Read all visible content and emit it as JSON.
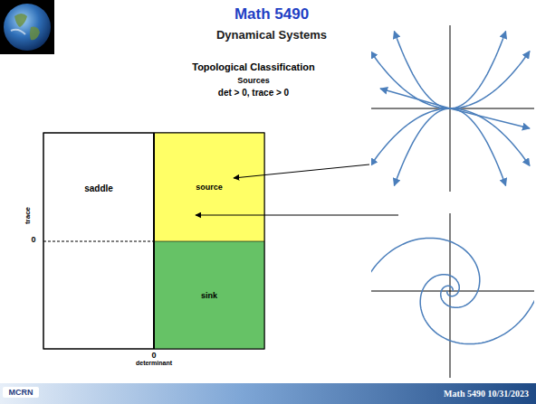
{
  "diagram": {
    "title": "Math 5490",
    "nodes": [
      {
        "text": [
          "saddle"
        ]
      },
      {
        "text": [
          "source"
        ]
      },
      {
        "text": [
          "sink"
        ]
      }
    ],
    "labels": [
      "Dynamical Systems",
      "Topological Classification",
      "Sources",
      "det > 0, trace > 0",
      "trace",
      "0",
      "0",
      "determinant",
      "MCRN",
      "Math 5490 10/31/2023"
    ]
  }
}
